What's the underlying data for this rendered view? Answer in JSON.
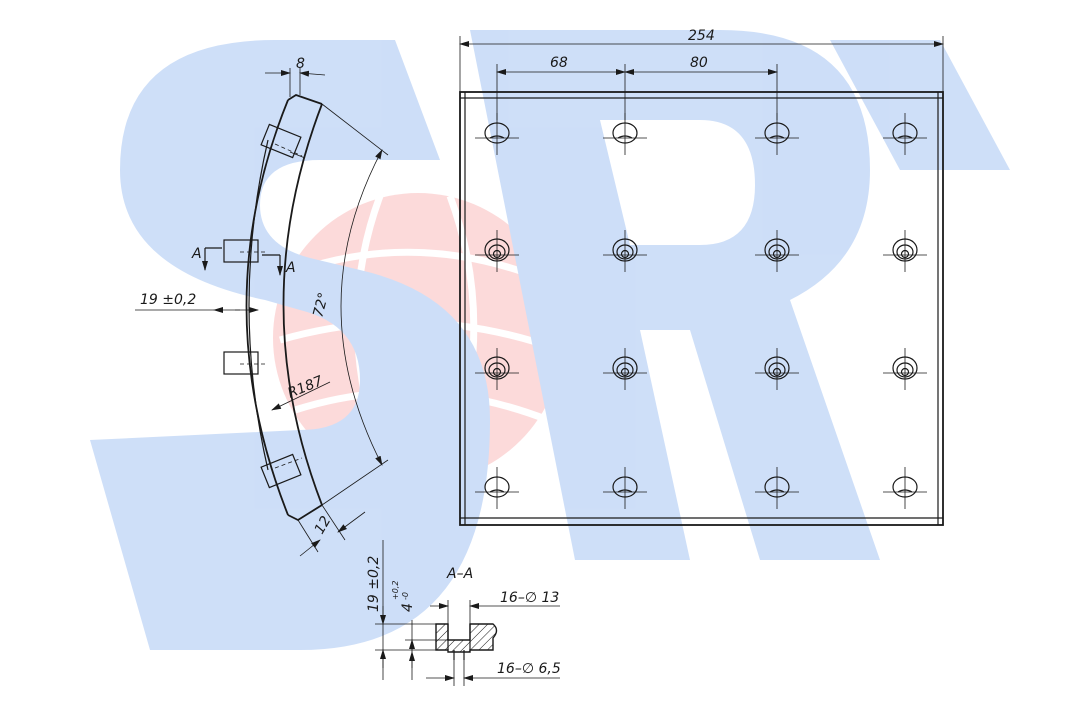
{
  "watermark": {
    "blue": "#1f6fe0",
    "red": "#f25a5a"
  },
  "dimensions": {
    "overall_width": "254",
    "first_spacing": "68",
    "second_spacing": "80",
    "lug_width": "8",
    "thickness_tol": "19 ±0,2",
    "angle": "72°",
    "radius": "R187",
    "edge_offset": "12",
    "holes_large": "16–∅ 13",
    "holes_small": "16–∅ 6,5",
    "depth_tol_main": "4",
    "depth_tol_up": "+0,2",
    "depth_tol_down": "-0",
    "section_thickness": "19 ±0,2"
  },
  "section": {
    "title": "A–A",
    "marker": "A"
  },
  "plate": {
    "columns": 4,
    "rows": 4
  }
}
